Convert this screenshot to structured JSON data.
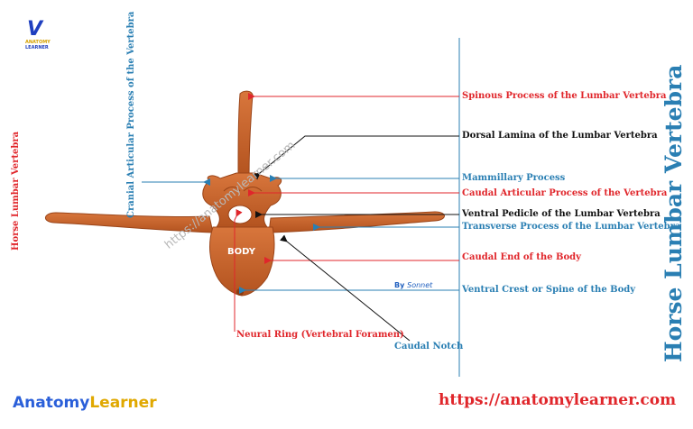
{
  "logo_top": {
    "letter": "V",
    "line1": "ANATOMY",
    "line2": "LEARNER"
  },
  "left_title": "Horse Lumbar Vertebra",
  "right_title": "Horse Lumbar Vertebra",
  "cranial_label": "Cranial Articular Process of the Vertebra",
  "labels": {
    "spinous": "Spinous Process of the Lumbar  Vertebra",
    "dorsal_lamina": "Dorsal Lamina of the Lumbar  Vertebra",
    "mammillary": "Mammillary Process",
    "caudal_articular": "Caudal Articular Process of the Vertebra",
    "ventral_pedicle": "Ventral Pedicle of the Lumbar  Vertebra",
    "transverse": "Transverse Process of the Lumbar  Vertebra",
    "caudal_end": "Caudal End  of the Body",
    "ventral_crest": "Ventral Crest or  Spine of the Body",
    "neural_ring": "Neural Ring (Vertebral Foramen)",
    "caudal_notch": "Caudal Notch",
    "body": "BODY"
  },
  "byline": {
    "by": "By",
    "name": "Sonnet"
  },
  "watermark": "https://anatomylearner.com",
  "brand": {
    "part1": "Anatomy",
    "part2": "Learner"
  },
  "url": "https://anatomylearner.com",
  "colors": {
    "bone": "#c8642e",
    "bone_dark": "#9a4418",
    "red": "#e0262b",
    "blue": "#2a7fb3",
    "black": "#111111"
  }
}
